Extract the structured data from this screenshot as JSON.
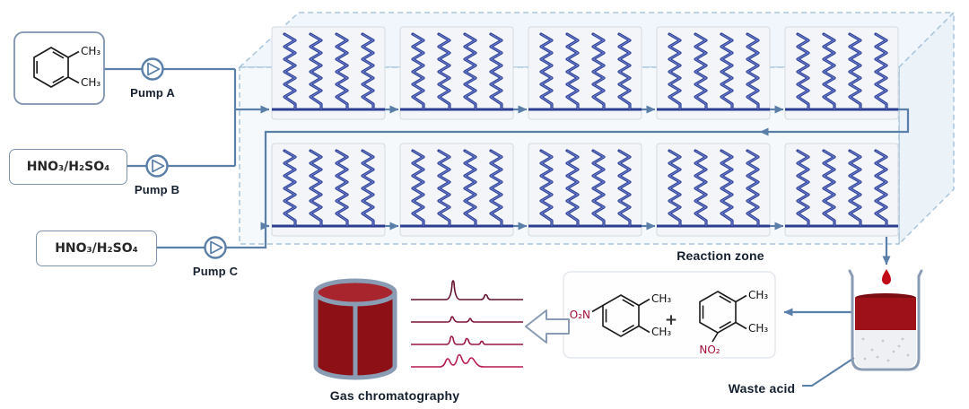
{
  "diagram": {
    "feed": {
      "oxylene": {
        "ch3_top": "CH₃",
        "ch3_bottom": "CH₃"
      },
      "acid_box_1": "HNO₃/H₂SO₄",
      "acid_box_2": "HNO₃/H₂SO₄"
    },
    "pumps": {
      "a": "Pump A",
      "b": "Pump B",
      "c": "Pump C"
    },
    "reactor": {
      "label": "Reaction zone",
      "chip_rows": 2,
      "chips_per_row": 5
    },
    "products": {
      "plus": "+",
      "nitroxylene_a": {
        "nitro": "O₂N",
        "ch3_top": "CH₃",
        "ch3_bottom": "CH₃"
      },
      "nitroxylene_b": {
        "ch3_top": "CH₃",
        "ch3_bottom": "CH₃",
        "nitro": "NO₂"
      }
    },
    "outputs": {
      "waste_acid": "Waste acid",
      "gas_chromatography": "Gas chromatography"
    },
    "colors": {
      "flow_line": "#5a7fa8",
      "channel_blue": "#2c3e92",
      "box_dash": "#a9c6dd",
      "dark_red": "#8c1016",
      "crimson": "#a81845"
    }
  }
}
